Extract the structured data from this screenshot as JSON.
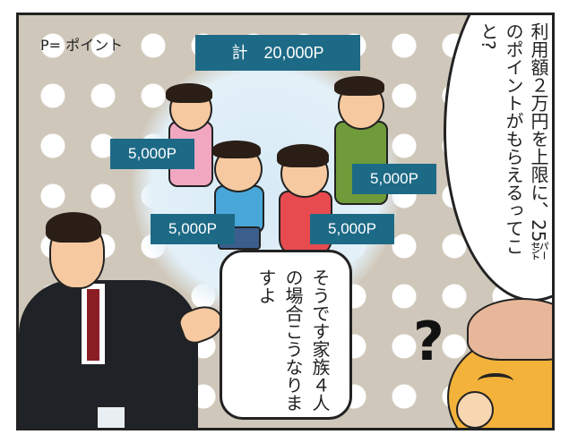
{
  "legend": "P= ポイント",
  "total_label": "計　20,000P",
  "family_points": [
    "5,000P",
    "5,000P",
    "5,000P",
    "5,000P"
  ],
  "speech_top_right": "利用額２万円を上限に、25㌫のポイントがもらえるってこと?",
  "speech_bottom": "そうです家族４人の場合こうなりますよ",
  "colors": {
    "label_bg": "#1d6a86",
    "background": "#cfc7b9",
    "dot": "#ffffff"
  }
}
